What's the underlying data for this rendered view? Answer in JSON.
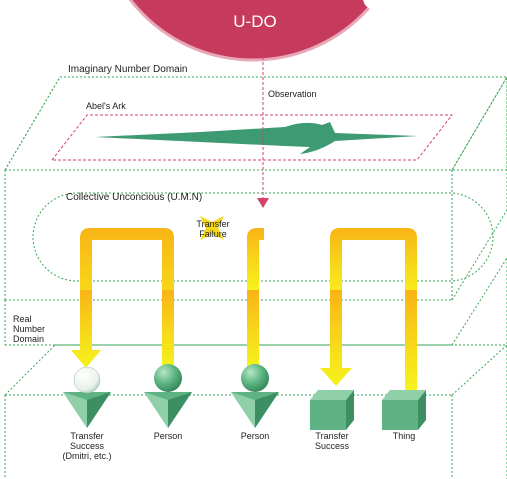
{
  "udo_label": "U-DO",
  "domains": {
    "imaginary": "Imaginary Number Domain",
    "observation": "Observation",
    "abels_ark": "Abel's Ark",
    "collective": "Collective Unconcious (U.M.N)",
    "real_line1": "Real",
    "real_line2": "Number",
    "real_line3": "Domain"
  },
  "transfer_failure_line1": "Transfer",
  "transfer_failure_line2": "Failure",
  "objects": [
    {
      "line1": "Transfer",
      "line2": "Success",
      "line3": "(Dmitri, etc.)"
    },
    {
      "line1": "Person"
    },
    {
      "line1": "Person"
    },
    {
      "line1": "Transfer",
      "line2": "Success"
    },
    {
      "line1": "Thing"
    }
  ],
  "colors": {
    "udo": "#c63a5d",
    "layer_outline": "#3aa657",
    "ark": "#3d9a72",
    "arrow": "#f5e21a",
    "observation": "#d6416a",
    "object": "#5fb283"
  }
}
